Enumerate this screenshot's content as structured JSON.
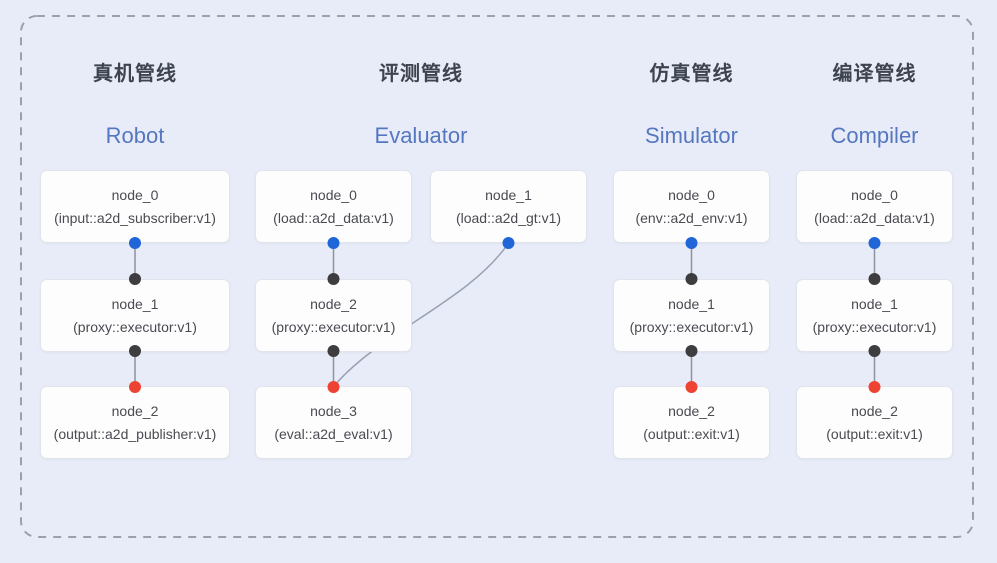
{
  "diagram": {
    "pipelines": [
      {
        "zh_title": "真机管线",
        "en_title": "Robot",
        "nodes": [
          {
            "title": "node_0",
            "subtitle": "(input::a2d_subscriber:v1)"
          },
          {
            "title": "node_1",
            "subtitle": "(proxy::executor:v1)"
          },
          {
            "title": "node_2",
            "subtitle": "(output::a2d_publisher:v1)"
          }
        ]
      },
      {
        "zh_title": "评测管线",
        "en_title": "Evaluator",
        "nodes": [
          {
            "title": "node_0",
            "subtitle": "(load::a2d_data:v1)"
          },
          {
            "title": "node_1",
            "subtitle": "(load::a2d_gt:v1)"
          },
          {
            "title": "node_2",
            "subtitle": "(proxy::executor:v1)"
          },
          {
            "title": "node_3",
            "subtitle": "(eval::a2d_eval:v1)"
          }
        ]
      },
      {
        "zh_title": "仿真管线",
        "en_title": "Simulator",
        "nodes": [
          {
            "title": "node_0",
            "subtitle": "(env::a2d_env:v1)"
          },
          {
            "title": "node_1",
            "subtitle": "(proxy::executor:v1)"
          },
          {
            "title": "node_2",
            "subtitle": "(output::exit:v1)"
          }
        ]
      },
      {
        "zh_title": "编译管线",
        "en_title": "Compiler",
        "nodes": [
          {
            "title": "node_0",
            "subtitle": "(load::a2d_data:v1)"
          },
          {
            "title": "node_1",
            "subtitle": "(proxy::executor:v1)"
          },
          {
            "title": "node_2",
            "subtitle": "(output::exit:v1)"
          }
        ]
      }
    ],
    "colors": {
      "background": "#e8ecf8",
      "dashed_border": "#9aa0ac",
      "zh_title": "#3e4350",
      "en_title": "#5577c0",
      "node_background": "#fdfdfe",
      "node_border": "#e1e4ea",
      "node_text": "#4a4b51",
      "output_port": "#2166d8",
      "input_port": "#3d3d40",
      "eval_input_port": "#ee4333",
      "edge": "#98a2b4"
    }
  }
}
